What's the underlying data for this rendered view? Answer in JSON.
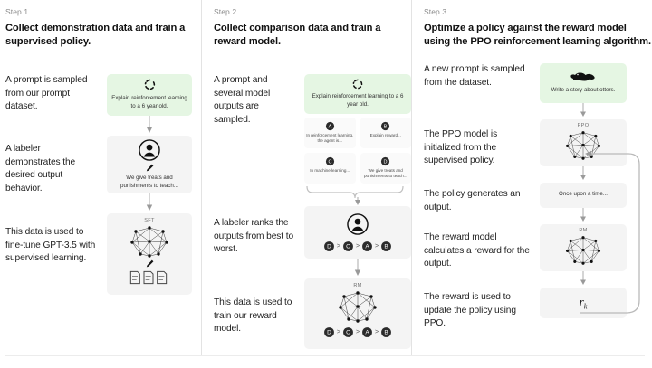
{
  "diagram": {
    "title_semantic": "rlhf-three-step-training-diagram",
    "accent_green": "#e5f6e3",
    "card_gray": "#f4f4f4",
    "text_color": "#1f1f1f",
    "muted_color": "#8a8a8a"
  },
  "columns": [
    {
      "step_label": "Step 1",
      "step_title": "Collect demonstration data and train a supervised policy.",
      "rows": [
        {
          "desc": "A prompt is sampled from our prompt dataset.",
          "card": {
            "kind": "prompt",
            "icon": "recycle-circle-icon",
            "caption": "Explain reinforcement learning to a 6 year old."
          }
        },
        {
          "desc": "A labeler demonstrates the desired output behavior.",
          "card": {
            "kind": "labeler",
            "icon": "labeler-person-icon",
            "sub_icon": "pencil-icon",
            "caption": "We give treats and punishments to teach..."
          }
        },
        {
          "desc": "This data is used to fine-tune GPT-3.5 with supervised learning.",
          "card": {
            "kind": "model",
            "tag": "SFT",
            "icon": "neural-network-icon",
            "sub_icon": "pencil-icon",
            "extra_icon": "documents-icon"
          }
        }
      ]
    },
    {
      "step_label": "Step 2",
      "step_title": "Collect comparison data and train a reward model.",
      "rows": [
        {
          "desc": "A prompt and several model outputs are sampled.",
          "card": {
            "kind": "prompt",
            "icon": "recycle-circle-icon",
            "caption": "Explain reinforcement learning to a 6 year old."
          },
          "options": [
            {
              "letter": "A",
              "caption": "In reinforcement learning, the agent is..."
            },
            {
              "letter": "B",
              "caption": "Explain reward..."
            },
            {
              "letter": "C",
              "caption": "In machine learning..."
            },
            {
              "letter": "D",
              "caption": "We give treats and punishments to teach..."
            }
          ]
        },
        {
          "desc": "A labeler ranks the outputs from best to worst.",
          "card": {
            "kind": "labeler",
            "icon": "labeler-person-icon",
            "ranking": [
              "D",
              "C",
              "A",
              "B"
            ]
          }
        },
        {
          "desc": "This data is used to train our reward model.",
          "card": {
            "kind": "model",
            "tag": "RM",
            "icon": "neural-network-icon",
            "ranking": [
              "D",
              "C",
              "A",
              "B"
            ]
          }
        }
      ]
    },
    {
      "step_label": "Step 3",
      "step_title": "Optimize a policy against the reward model using the PPO reinforcement learning algorithm.",
      "rows": [
        {
          "desc": "A new prompt is sampled from the dataset.",
          "card": {
            "kind": "prompt",
            "icon": "otter-icon",
            "caption": "Write a story about otters."
          }
        },
        {
          "desc": "The PPO model is initialized from the supervised policy.",
          "card": {
            "kind": "model",
            "tag": "PPO",
            "icon": "neural-network-icon"
          }
        },
        {
          "desc": "The policy generates an output.",
          "card": {
            "kind": "text",
            "caption": "Once upon a time..."
          }
        },
        {
          "desc": "The reward model calculates a reward for the output.",
          "card": {
            "kind": "model",
            "tag": "RM",
            "icon": "neural-network-icon"
          }
        },
        {
          "desc": "The reward is used to update the policy using PPO.",
          "card": {
            "kind": "formula",
            "formula": "r",
            "subscript": "k"
          }
        }
      ],
      "feedback_loop": "reward-to-policy-loop-arrow"
    }
  ]
}
